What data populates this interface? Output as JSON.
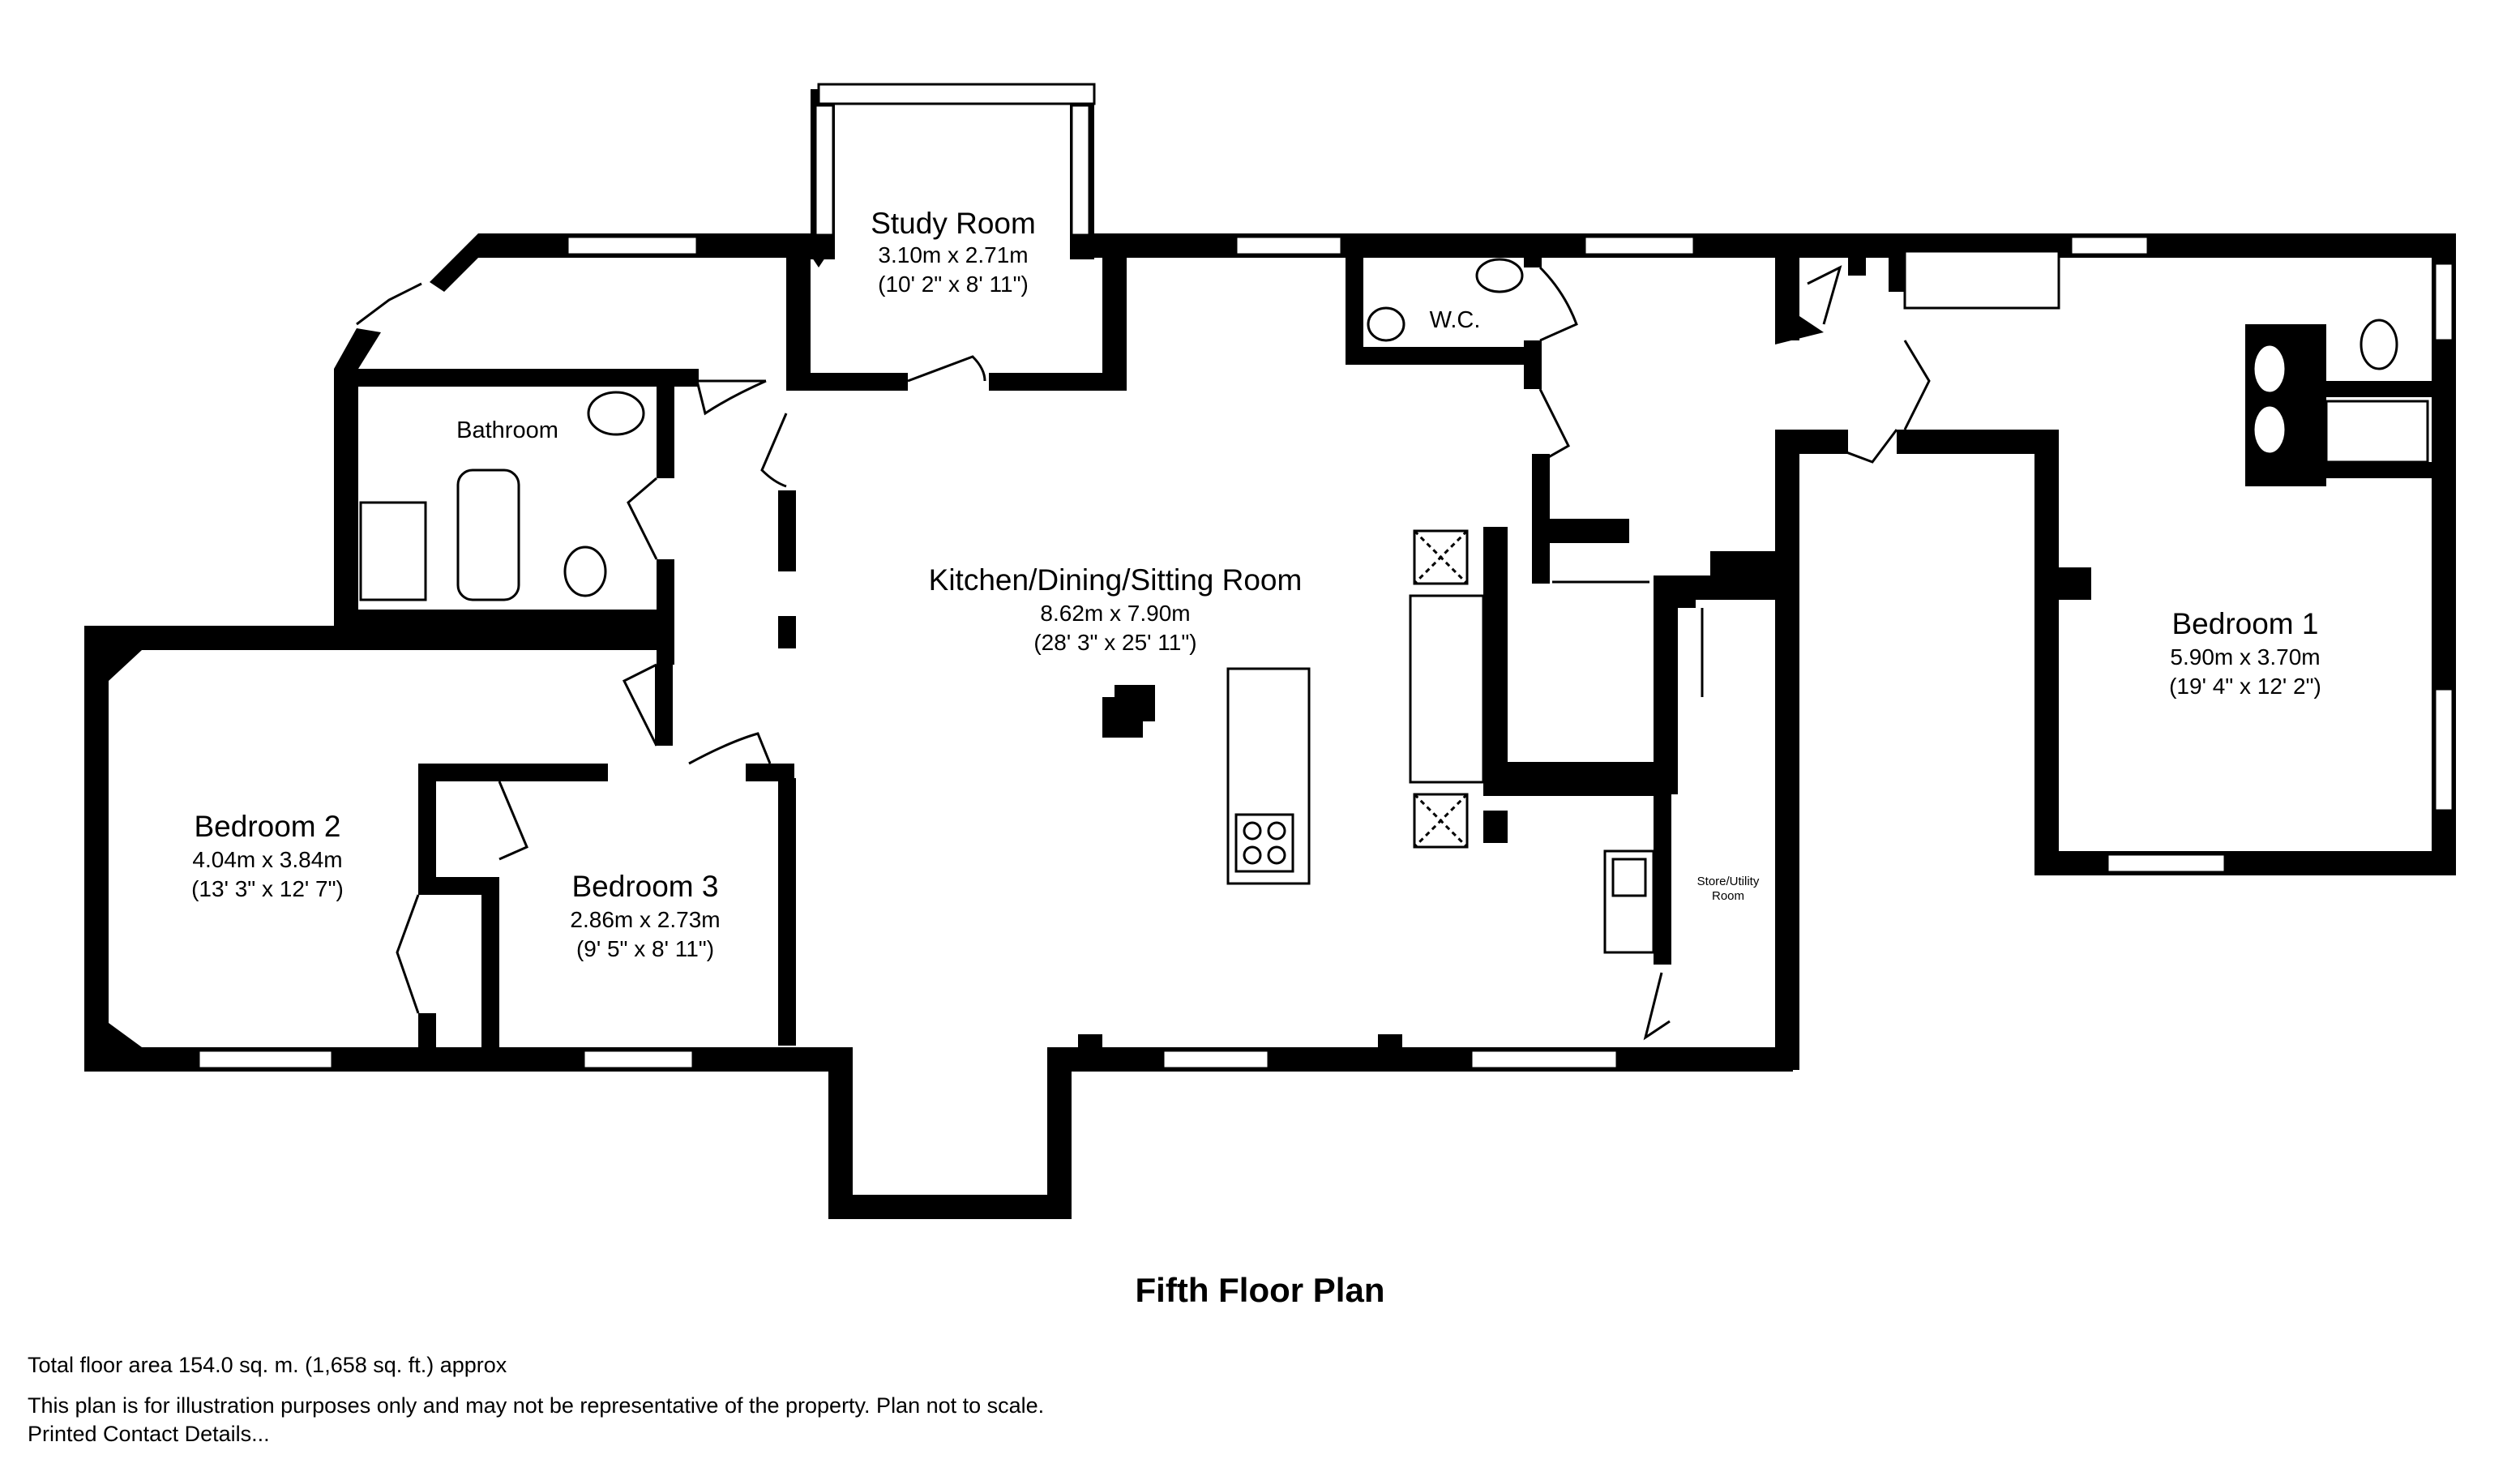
{
  "rooms": {
    "study": {
      "name": "Study Room",
      "metric": "3.10m x 2.71m",
      "imperial": "(10' 2\" x 8' 11\")"
    },
    "kitchen": {
      "name": "Kitchen/Dining/Sitting Room",
      "metric": "8.62m x 7.90m",
      "imperial": "(28' 3\" x 25' 11\")"
    },
    "bedroom1": {
      "name": "Bedroom 1",
      "metric": "5.90m x 3.70m",
      "imperial": "(19' 4\" x 12' 2\")"
    },
    "bedroom2": {
      "name": "Bedroom 2",
      "metric": "4.04m x 3.84m",
      "imperial": "(13' 3\" x 12' 7\")"
    },
    "bedroom3": {
      "name": "Bedroom 3",
      "metric": "2.86m x 2.73m",
      "imperial": "(9' 5\" x 8' 11\")"
    },
    "bathroom": {
      "name": "Bathroom"
    },
    "wc": {
      "name": "W.C."
    },
    "store": {
      "line1": "Store/Utility",
      "line2": "Room"
    }
  },
  "title": "Fifth Floor Plan",
  "footer": {
    "area": "Total floor area 154.0 sq. m. (1,658 sq. ft.) approx",
    "disclaimer": "This plan is for illustration purposes only and may not be representative of the property. Plan not to scale.",
    "contact": "Printed Contact Details..."
  },
  "colors": {
    "wall": "#000000",
    "background": "#ffffff"
  }
}
